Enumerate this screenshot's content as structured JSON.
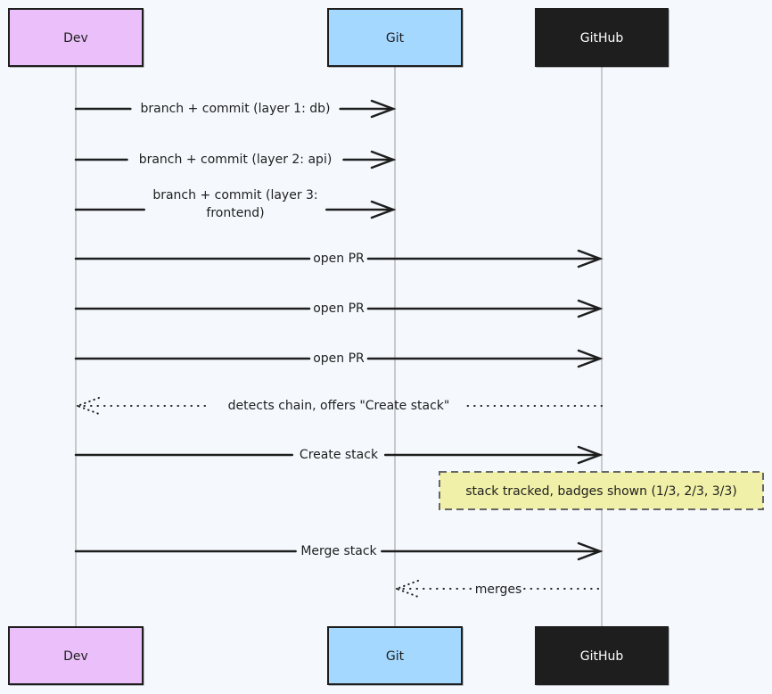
{
  "actors": [
    {
      "id": "dev",
      "label": "Dev",
      "fill": "#ebc0fa",
      "text": "#1e1e1e"
    },
    {
      "id": "git",
      "label": "Git",
      "fill": "#a5d8ff",
      "text": "#1e1e1e"
    },
    {
      "id": "github",
      "label": "GitHub",
      "fill": "#1e1e1e",
      "text": "#ffffff"
    }
  ],
  "messages": [
    {
      "from": "dev",
      "to": "git",
      "lines": [
        "branch + commit (layer 1: db)"
      ],
      "style": "solid"
    },
    {
      "from": "dev",
      "to": "git",
      "lines": [
        "branch + commit (layer 2: api)"
      ],
      "style": "solid"
    },
    {
      "from": "dev",
      "to": "git",
      "lines": [
        "branch + commit (layer 3:",
        "frontend)"
      ],
      "style": "solid"
    },
    {
      "from": "dev",
      "to": "github",
      "lines": [
        "open PR"
      ],
      "style": "solid"
    },
    {
      "from": "dev",
      "to": "github",
      "lines": [
        "open PR"
      ],
      "style": "solid"
    },
    {
      "from": "dev",
      "to": "github",
      "lines": [
        "open PR"
      ],
      "style": "solid"
    },
    {
      "from": "github",
      "to": "dev",
      "lines": [
        "detects chain, offers \"Create stack\""
      ],
      "style": "dotted"
    },
    {
      "from": "dev",
      "to": "github",
      "lines": [
        "Create stack"
      ],
      "style": "solid"
    },
    {
      "from": "dev",
      "to": "github",
      "lines": [
        "Merge stack"
      ],
      "style": "solid"
    },
    {
      "from": "github",
      "to": "git",
      "lines": [
        "merges"
      ],
      "style": "dotted"
    }
  ],
  "note": {
    "text": "stack tracked, badges shown (1/3, 2/3, 3/3)",
    "fill": "#f0f0a8",
    "stroke": "#666666"
  },
  "colors": {
    "stroke": "#1e1e1e",
    "lifeline": "#999999",
    "background": "#f5f9fd"
  }
}
